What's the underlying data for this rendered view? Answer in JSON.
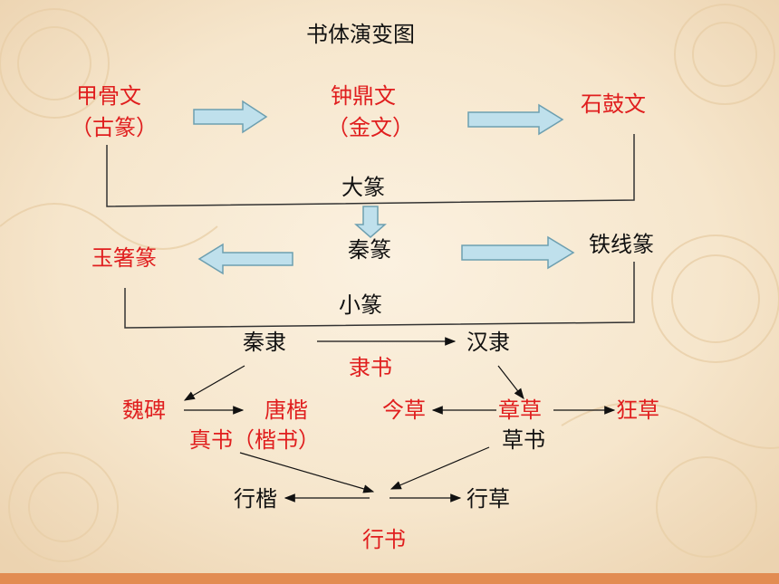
{
  "title": "书体演变图",
  "nodes": {
    "jiaguwen": "甲骨文",
    "guzhuan": "（古篆）",
    "zhongdingwen": "钟鼎文",
    "jinwen": "（金文）",
    "shiguwen": "石鼓文",
    "dazhuan": "大篆",
    "yuzhuzhuan": "玉箸篆",
    "qinzhuan": "秦篆",
    "tiexianzhuan": "铁线篆",
    "xiaozhuan": "小篆",
    "qinli": "秦隶",
    "hanli": "汉隶",
    "lishu": "隶书",
    "weibei": "魏碑",
    "tangkai": "唐楷",
    "zhenshu": "真书（楷书）",
    "jincao": "今草",
    "zhangcao": "章草",
    "kuangcao": "狂草",
    "caoshu": "草书",
    "xingkai": "行楷",
    "xingcao": "行草",
    "xingshu": "行书"
  },
  "colors": {
    "highlight": "#e01e1e",
    "text": "#111111",
    "block_arrow_fill": "#bfe0ec",
    "block_arrow_stroke": "#6d9fb0",
    "background": "#f3e2c8",
    "bottom_band": "#e28c52"
  }
}
